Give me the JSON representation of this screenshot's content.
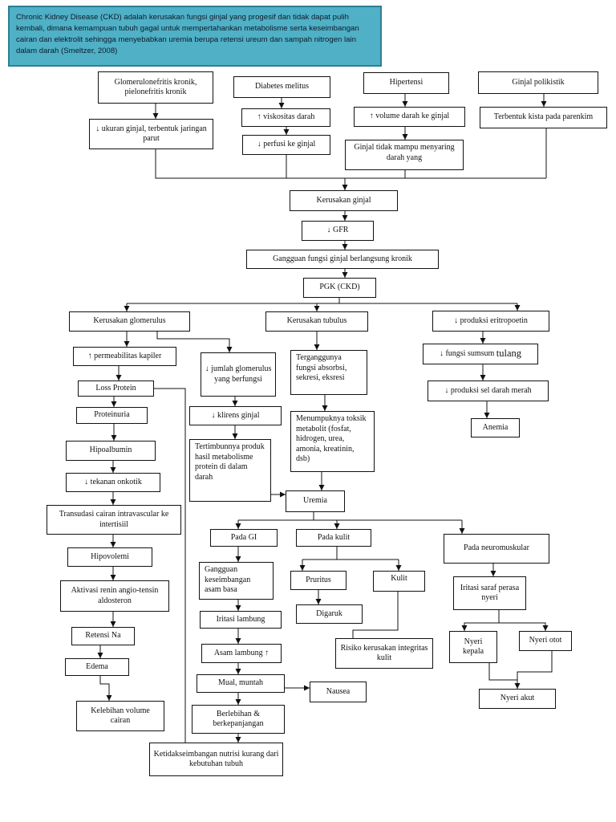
{
  "header": {
    "definition": "Chronic Kidney Disease (CKD) adalah kerusakan fungsi ginjal yang progesif dan tidak dapat pulih kembali, dimana kemampuan tubuh gagal untuk mempertahankan metabolisme serta keseimbangan cairan dan elektrolit sehingga menyebabkan uremia berupa retensi ureum dan sampah nitrogen lain dalam darah (Smeltzer, 2008)"
  },
  "nodes": {
    "glomerulonefritis": "Glomerulonefritis kronik, pielonefritis kronik",
    "ukuran_ginjal": "↓ ukuran ginjal, terbentuk jaringan parut",
    "diabetes": "Diabetes melitus",
    "viskositas": "↑ viskositas darah",
    "perfusi": "↓ perfusi ke ginjal",
    "hipertensi": "Hipertensi",
    "volume_darah": "↑ volume darah ke ginjal",
    "tidak_mampu": "Ginjal tidak mampu menyaring darah yang",
    "polikistik": "Ginjal polikistik",
    "kista": "Terbentuk kista pada parenkim",
    "kerusakan_ginjal": "Kerusakan ginjal",
    "gfr": "↓ GFR",
    "gangguan_fungsi": "Gangguan fungsi ginjal berlangsung kronik",
    "pgk": "PGK (CKD)",
    "kerusakan_glomerulus": "Kerusakan glomerulus",
    "kerusakan_tubulus": "Kerusakan tubulus",
    "produksi_eritropoetin": "↓ produksi eritropoetin",
    "permeabilitas": "↑ permeabilitas kapiler",
    "loss_protein": "Loss Protein",
    "proteinuria": "Proteinuria",
    "hipoalbumin": "Hipoalbumin",
    "tekanan_onkotik": "↓ tekanan onkotik",
    "transudasi": "Transudasi cairan intravascular ke intertisiil",
    "hipovolemi": "Hipovolemi",
    "aktivasi_renin": "Aktivasi renin angio-tensin aldosteron",
    "retensi_na": "Retensi Na",
    "edema": "Edema",
    "kelebihan_volume": "Kelebihan volume cairan",
    "jumlah_glomerulus": "↓ jumlah glomerulus yang berfungsi",
    "klirens": "↓ klirens ginjal",
    "tertimbunnya": "Tertimbunnya produk hasil metabolisme protein di dalam darah",
    "terganggunya": "Terganggunya fungsi absorbsi, sekresi, eksresi",
    "menumpuknya": "Menumpuknya toksik metabolit (fosfat, hidrogen, urea, amonia, kreatinin, dsb)",
    "fungsi_sumsum": "↓ fungsi sumsum",
    "fungsi_sumsum_tail": "tulang",
    "produksi_sel_darah": "↓ produksi sel darah merah",
    "anemia": "Anemia",
    "uremia": "Uremia",
    "pada_gi": "Pada GI",
    "pada_kulit": "Pada kulit",
    "pada_neuromuskular": "Pada neuromuskular",
    "gangguan_asam_basa": "Gangguan keseimbangan asam basa",
    "iritasi_lambung": "Iritasi lambung",
    "asam_lambung": "Asam lambung ↑",
    "mual_muntah": "Mual, muntah",
    "nausea": "Nausea",
    "berlebihan": "Berlebihan & berkepanjangan",
    "ketidakseimbangan": "Ketidakseimbangan nutrisi kurang dari kebutuhan tubuh",
    "pruritus": "Pruritus",
    "kulit": "Kulit",
    "digaruk": "Digaruk",
    "risiko_kerusakan": "Risiko kerusakan integritas kulit",
    "iritasi_saraf": "Iritasi saraf perasa nyeri",
    "nyeri_kepala": "Nyeri kepala",
    "nyeri_otot": "Nyeri otot",
    "nyeri_akut": "Nyeri akut"
  }
}
